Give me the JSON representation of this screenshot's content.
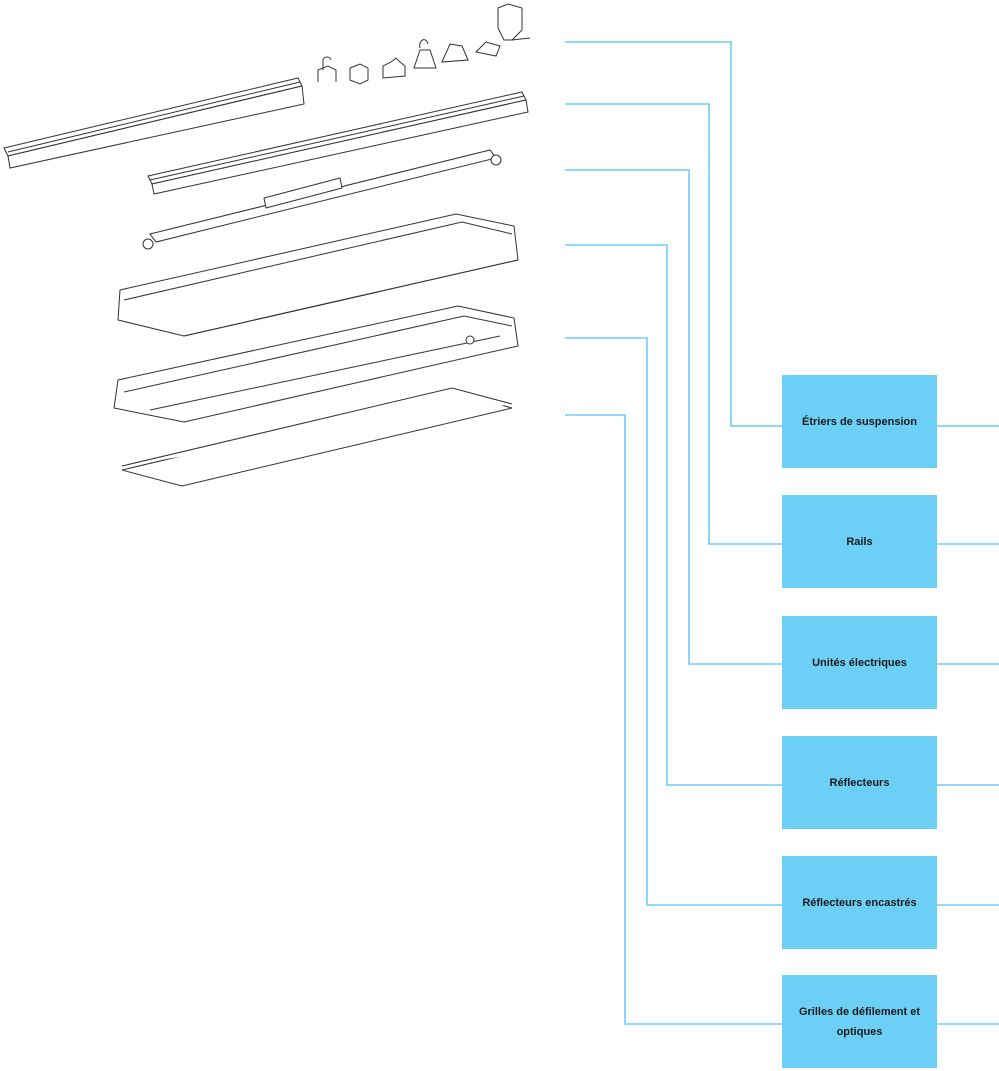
{
  "colors": {
    "accent": "#6ccff6",
    "line": "#6ccff6",
    "drawing": "#333333"
  },
  "components": [
    {
      "label": "Étriers de suspension",
      "icon": "suspension-brackets-icon"
    },
    {
      "label": "Rails",
      "icon": "rail-icon"
    },
    {
      "label": "Unités électriques",
      "icon": "electrical-unit-icon"
    },
    {
      "label": "Réflecteurs",
      "icon": "reflector-icon"
    },
    {
      "label": "Réflecteurs encastrés",
      "icon": "recessed-reflector-icon"
    },
    {
      "label": "Grilles de défilement et optiques",
      "icon": "louvre-grid-icon"
    }
  ]
}
